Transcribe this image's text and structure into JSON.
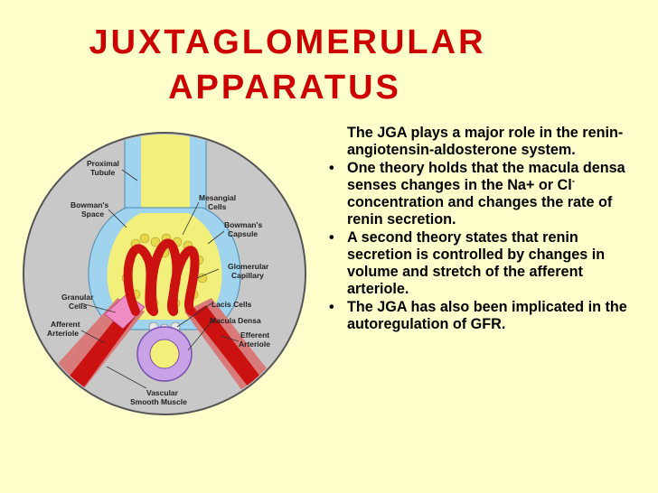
{
  "slide": {
    "title_line1": "JUXTAGLOMERULAR",
    "title_line2": "APPARATUS"
  },
  "figure": {
    "labels": {
      "proximal_tubule_1": "Proximal",
      "proximal_tubule_2": "Tubule",
      "bowmans_space_1": "Bowman's",
      "bowmans_space_2": "Space",
      "mesangial_cells_1": "Mesangial",
      "mesangial_cells_2": "Cells",
      "bowmans_capsule_1": "Bowman's",
      "bowmans_capsule_2": "Capsule",
      "glomerular_capillary_1": "Glomerular",
      "glomerular_capillary_2": "Capillary",
      "granular_cells_1": "Granular",
      "granular_cells_2": "Cells",
      "lacis_cells": "Lacis Cells",
      "macula_densa": "Macula Densa",
      "afferent_arteriole_1": "Afferent",
      "afferent_arteriole_2": "Arteriole",
      "efferent_arteriole_1": "Efferent",
      "efferent_arteriole_2": "Arteriole",
      "vascular_smooth_muscle_1": "Vascular",
      "vascular_smooth_muscle_2": "Smooth Muscle"
    }
  },
  "body": {
    "intro": "The JGA plays a major role in the renin-angiotensin-aldosterone system.",
    "b1_pre": "One theory holds that the macula densa senses changes in the Na+ or Cl",
    "b1_sup": "-",
    "b1_post": " concentration and changes the rate of renin secretion.",
    "b2": "A second theory states that renin secretion is controlled by changes in volume and stretch of the afferent arteriole.",
    "b3": "The JGA has also been implicated in the autoregulation of GFR."
  },
  "colors": {
    "background": "#ffffcc",
    "title": "#cc0000",
    "circle_fill": "#c8c8c8",
    "vessel": "#cc1111",
    "tubule": "#9fd3ee",
    "capsule_space": "#f2f07a",
    "macula": "#c9a3e8"
  }
}
